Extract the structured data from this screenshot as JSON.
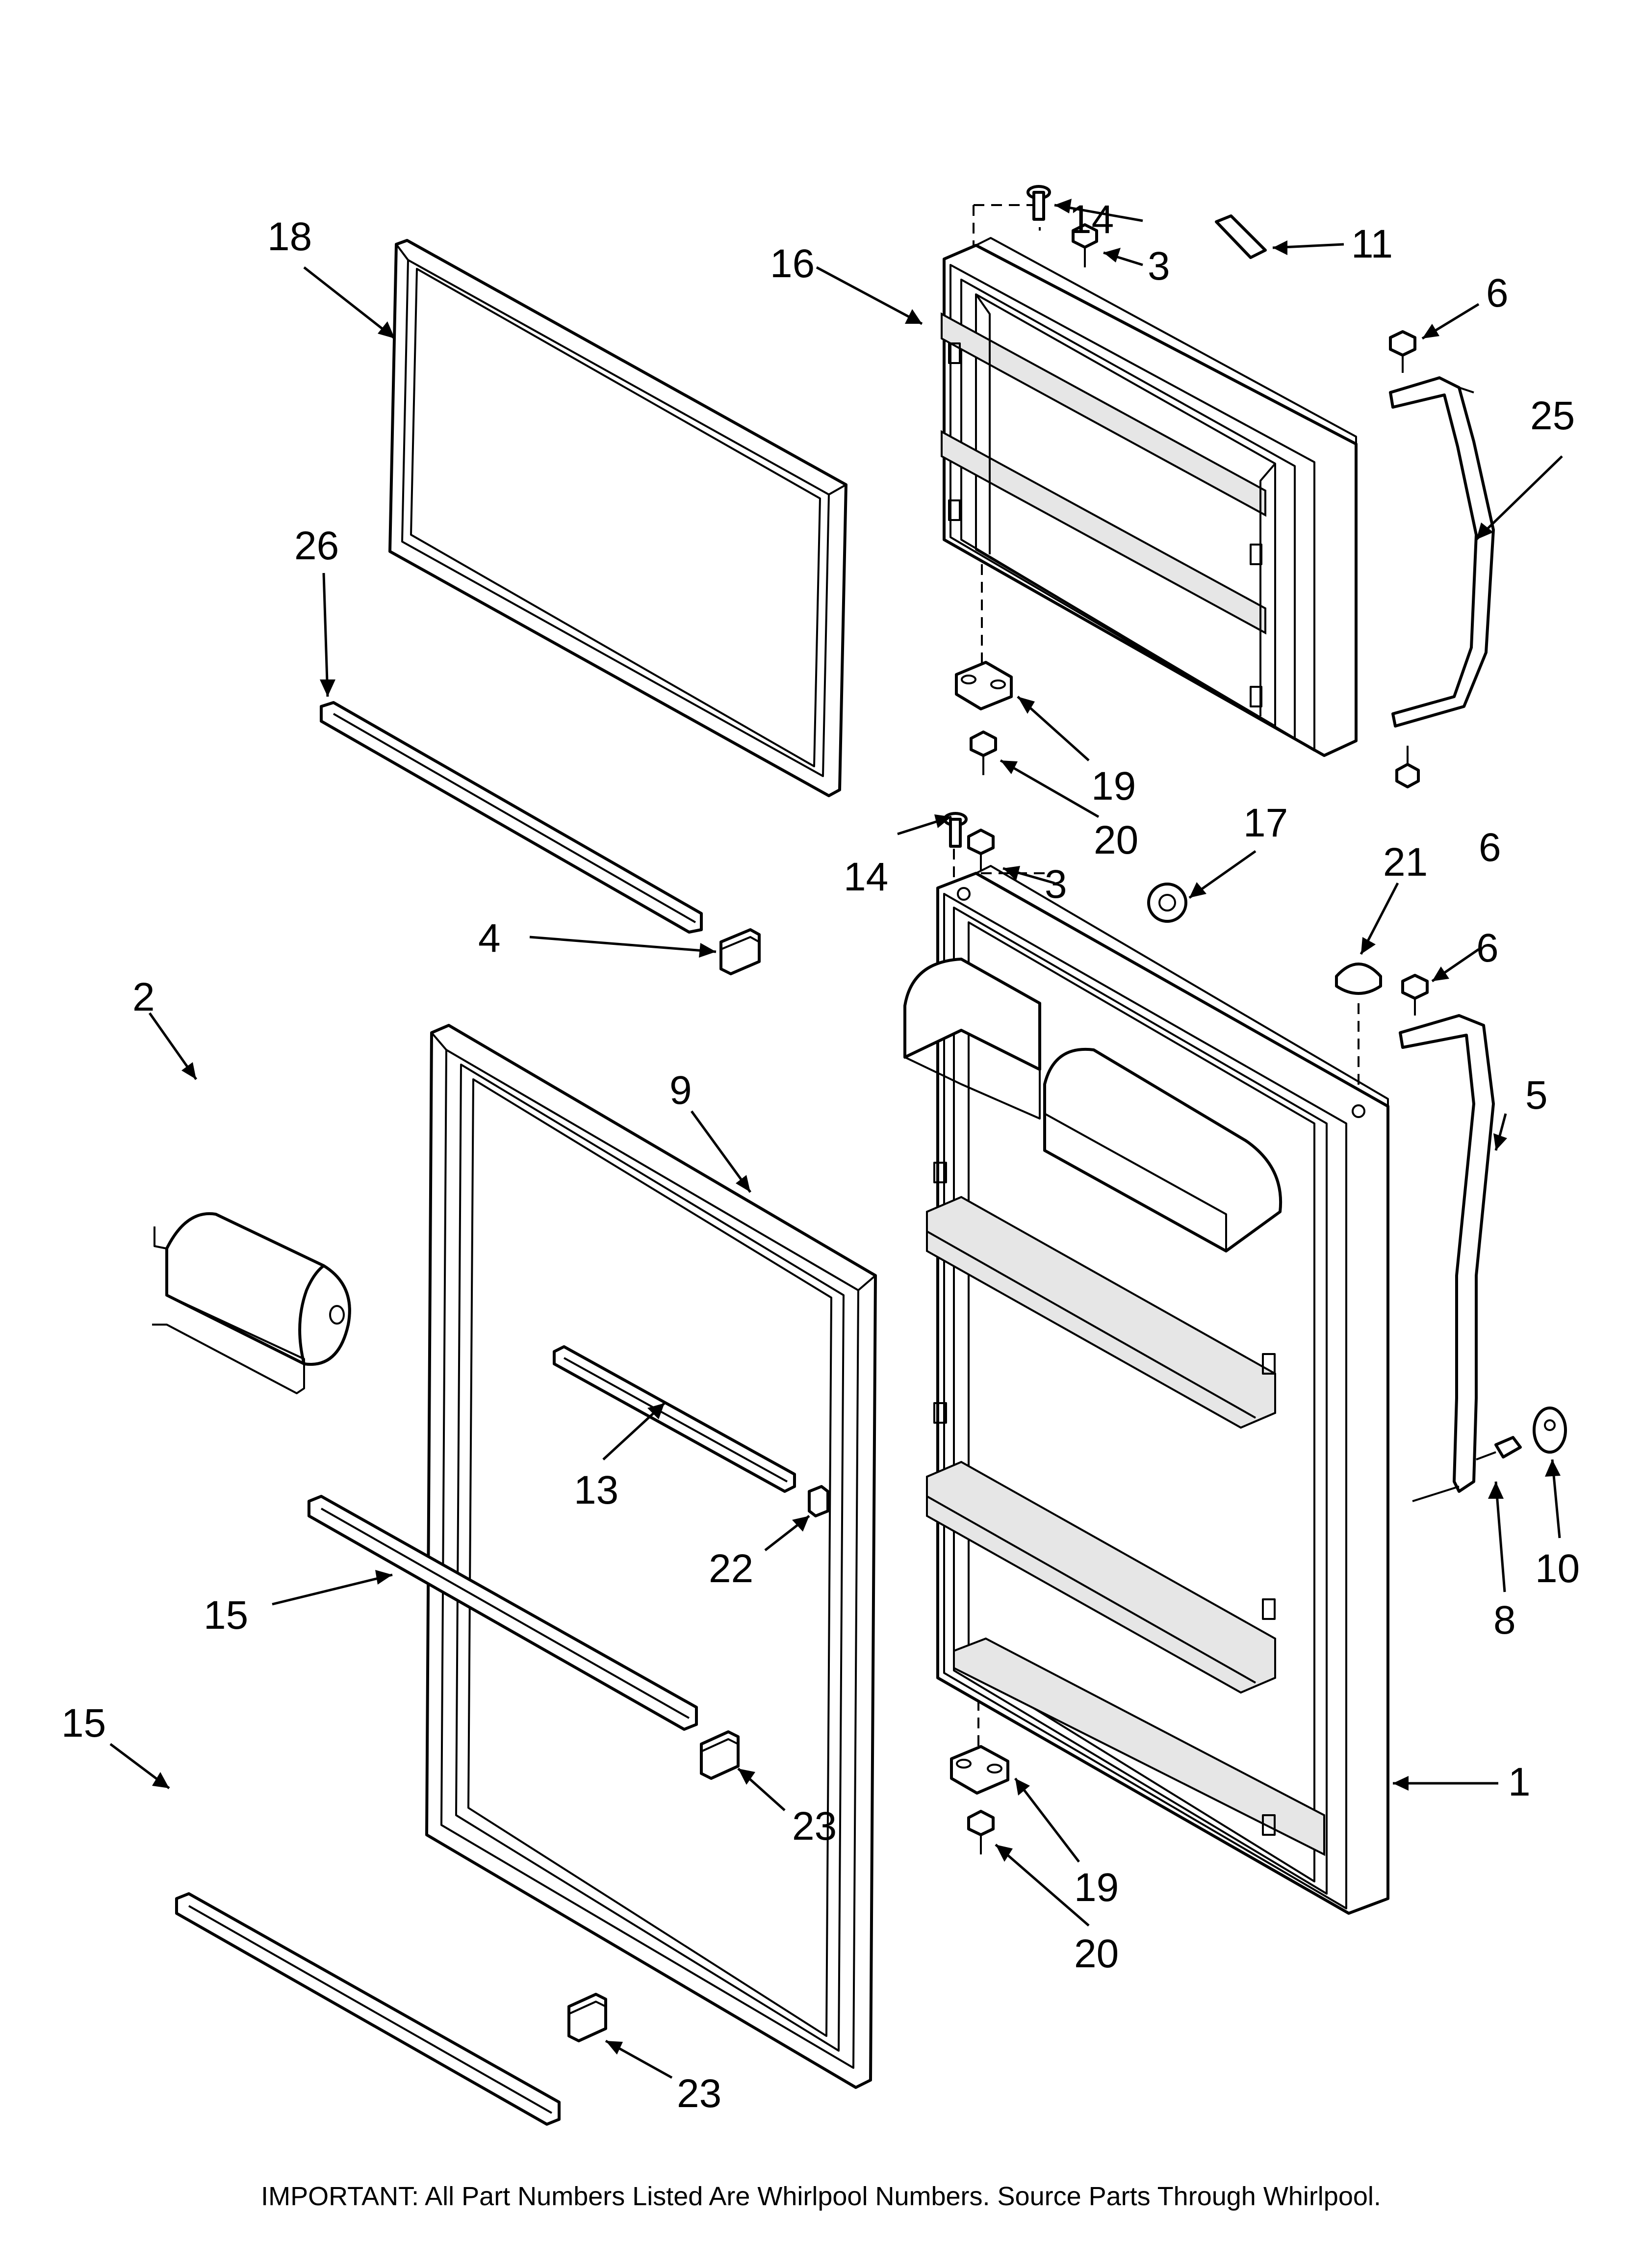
{
  "callouts": [
    {
      "id": "c18",
      "text": "18"
    },
    {
      "id": "c16",
      "text": "16"
    },
    {
      "id": "c14a",
      "text": "14"
    },
    {
      "id": "c3a",
      "text": "3"
    },
    {
      "id": "c11",
      "text": "11"
    },
    {
      "id": "c6a",
      "text": "6"
    },
    {
      "id": "c25",
      "text": "25"
    },
    {
      "id": "c26",
      "text": "26"
    },
    {
      "id": "c19a",
      "text": "19"
    },
    {
      "id": "c20a",
      "text": "20"
    },
    {
      "id": "c17",
      "text": "17"
    },
    {
      "id": "c21",
      "text": "21"
    },
    {
      "id": "c6b",
      "text": "6"
    },
    {
      "id": "c14b",
      "text": "14"
    },
    {
      "id": "c3b",
      "text": "3"
    },
    {
      "id": "c4",
      "text": "4"
    },
    {
      "id": "c6c",
      "text": "6"
    },
    {
      "id": "c2",
      "text": "2"
    },
    {
      "id": "c9",
      "text": "9"
    },
    {
      "id": "c5",
      "text": "5"
    },
    {
      "id": "c13",
      "text": "13"
    },
    {
      "id": "c22",
      "text": "22"
    },
    {
      "id": "c8",
      "text": "8"
    },
    {
      "id": "c10",
      "text": "10"
    },
    {
      "id": "c15a",
      "text": "15"
    },
    {
      "id": "c15b",
      "text": "15"
    },
    {
      "id": "c1",
      "text": "1"
    },
    {
      "id": "c23a",
      "text": "23"
    },
    {
      "id": "c19b",
      "text": "19"
    },
    {
      "id": "c20b",
      "text": "20"
    },
    {
      "id": "c23b",
      "text": "23"
    }
  ],
  "footer_note": "IMPORTANT: All Part Numbers Listed Are Whirlpool Numbers. Source Parts Through Whirlpool."
}
